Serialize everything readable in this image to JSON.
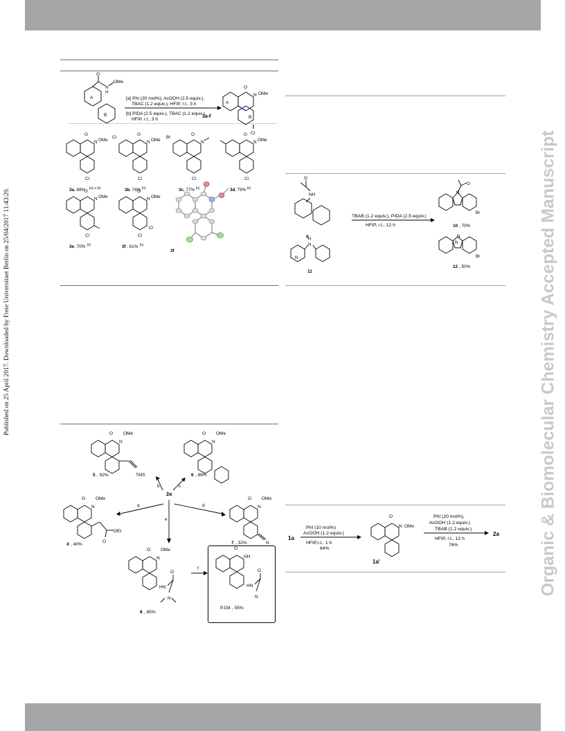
{
  "header": {
    "bar_color": "#a6a6a6"
  },
  "sidebar_left": {
    "text": "Published on 25 April 2017. Downloaded by Freie Universitaet Berlin on 25/04/2017 11:43:29."
  },
  "watermark": {
    "text": "Organic & Biomolecular Chemistry Accepted Manuscript",
    "color": "#c9c9c9"
  },
  "scheme1": {
    "cond_a": "[a] PhI (20 mol%), AcOOH (2.5 equiv.),",
    "cond_a2": "TBAC (1.2 equiv.), HFIP, r.t., 3 h",
    "cond_b": "[b] PIDA (2.5 equiv.), TBAC (1.2 equiv.)",
    "cond_b2": "HFIP, r.t., 3 h",
    "product_label": "3a-f",
    "atom_ome": "OMe",
    "atom_o": "O",
    "atom_nh": "N",
    "atom_h": "H",
    "atom_cl": "Cl",
    "atom_br": "Br",
    "atom_n": "N",
    "ring_a": "A",
    "ring_b": "B",
    "labels": [
      {
        "id": "3a",
        "yield": ", 88%",
        "note": "[a] or [b]"
      },
      {
        "id": "3b",
        "yield": ", 74%",
        "note": "[b]"
      },
      {
        "id": "3c",
        "yield": ", 77%",
        "note": "[b]"
      },
      {
        "id": "3d",
        "yield": ", 79%",
        "note": "[b]"
      },
      {
        "id": "3e",
        "yield": ", 70%",
        "note": "[b]"
      },
      {
        "id": "3f",
        "yield": ", 61%",
        "note": "[b]"
      }
    ],
    "xray_label": "3f"
  },
  "scheme2": {
    "conditions": "TBAB (1.2 equiv.), PIDA (2.5 equiv.)",
    "conditions2": "HFIP, r.t., 12 h",
    "sm1": "9",
    "sm2": "11",
    "p1_id": "10",
    "p1_yield": ", 70%",
    "p2_id": "12",
    "p2_yield": ", 50%",
    "atom_nh": "NH",
    "atom_o": "O",
    "atom_n": "N",
    "atom_h": "H",
    "atom_br": "Br"
  },
  "scheme3": {
    "center": "2a",
    "arrow_a": "a",
    "arrow_b": "b",
    "arrow_c": "c",
    "arrow_d": "d",
    "arrow_e": "e",
    "arrow_f": "f",
    "p4": {
      "id": "4",
      "yield": ", 40%"
    },
    "p5": {
      "id": "5",
      "yield": ", 92%"
    },
    "p6": {
      "id": "6",
      "yield": ", 86%"
    },
    "p7": {
      "id": "7",
      "yield": ", 32%"
    },
    "p8": {
      "id": "8",
      "yield": ", 85%"
    },
    "pj": {
      "id": "PJ34",
      "yield": ", 55%"
    },
    "atom_ome": "OMe",
    "atom_o": "O",
    "atom_n": "N",
    "atom_nh": "NH",
    "atom_hn": "HN",
    "atom_oet": "OEt",
    "atom_tms": "TMS"
  },
  "scheme4": {
    "sm": "1a",
    "int": "1a'",
    "product": "2a",
    "step1_l1": "PhI (10 mol%)",
    "step1_l2": "AcOOH (1.2 equiv.)",
    "step1_l3": "HFIP,r.t.,  1 h",
    "step1_l4": "84%",
    "step2_l1": "PhI (20 mol%),",
    "step2_l2": "AcOOH (1.2 equiv.)",
    "step2_l3": "TBAB (1.2 equiv.)",
    "step2_l4": "HFIP, r.t., 12 h",
    "step2_l5": "76%",
    "atom_o": "O",
    "atom_n": "N",
    "atom_ome": "OMe"
  }
}
